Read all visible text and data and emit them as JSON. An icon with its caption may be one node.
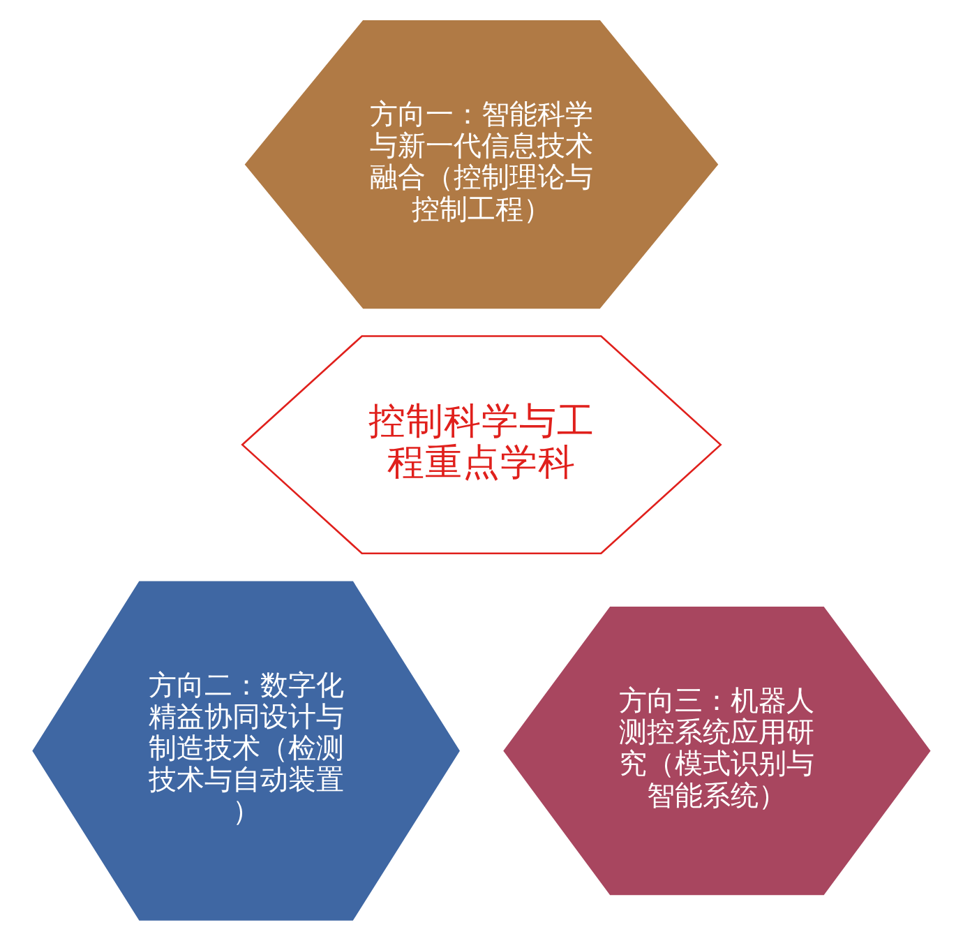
{
  "diagram": {
    "nodes": [
      {
        "text": [
          "方向一：智能科学与新一代信息技术融合（控制理论与控制工程）"
        ]
      },
      {
        "text": [
          "控制科学与工程重点学科"
        ]
      },
      {
        "text": [
          "方向二：数字化精益协同设计与制造技术（检测技术与自动装置）"
        ]
      },
      {
        "text": [
          "方向三：机器人测控系统应用研究（模式识别与智能系统）"
        ]
      }
    ],
    "edges": []
  }
}
